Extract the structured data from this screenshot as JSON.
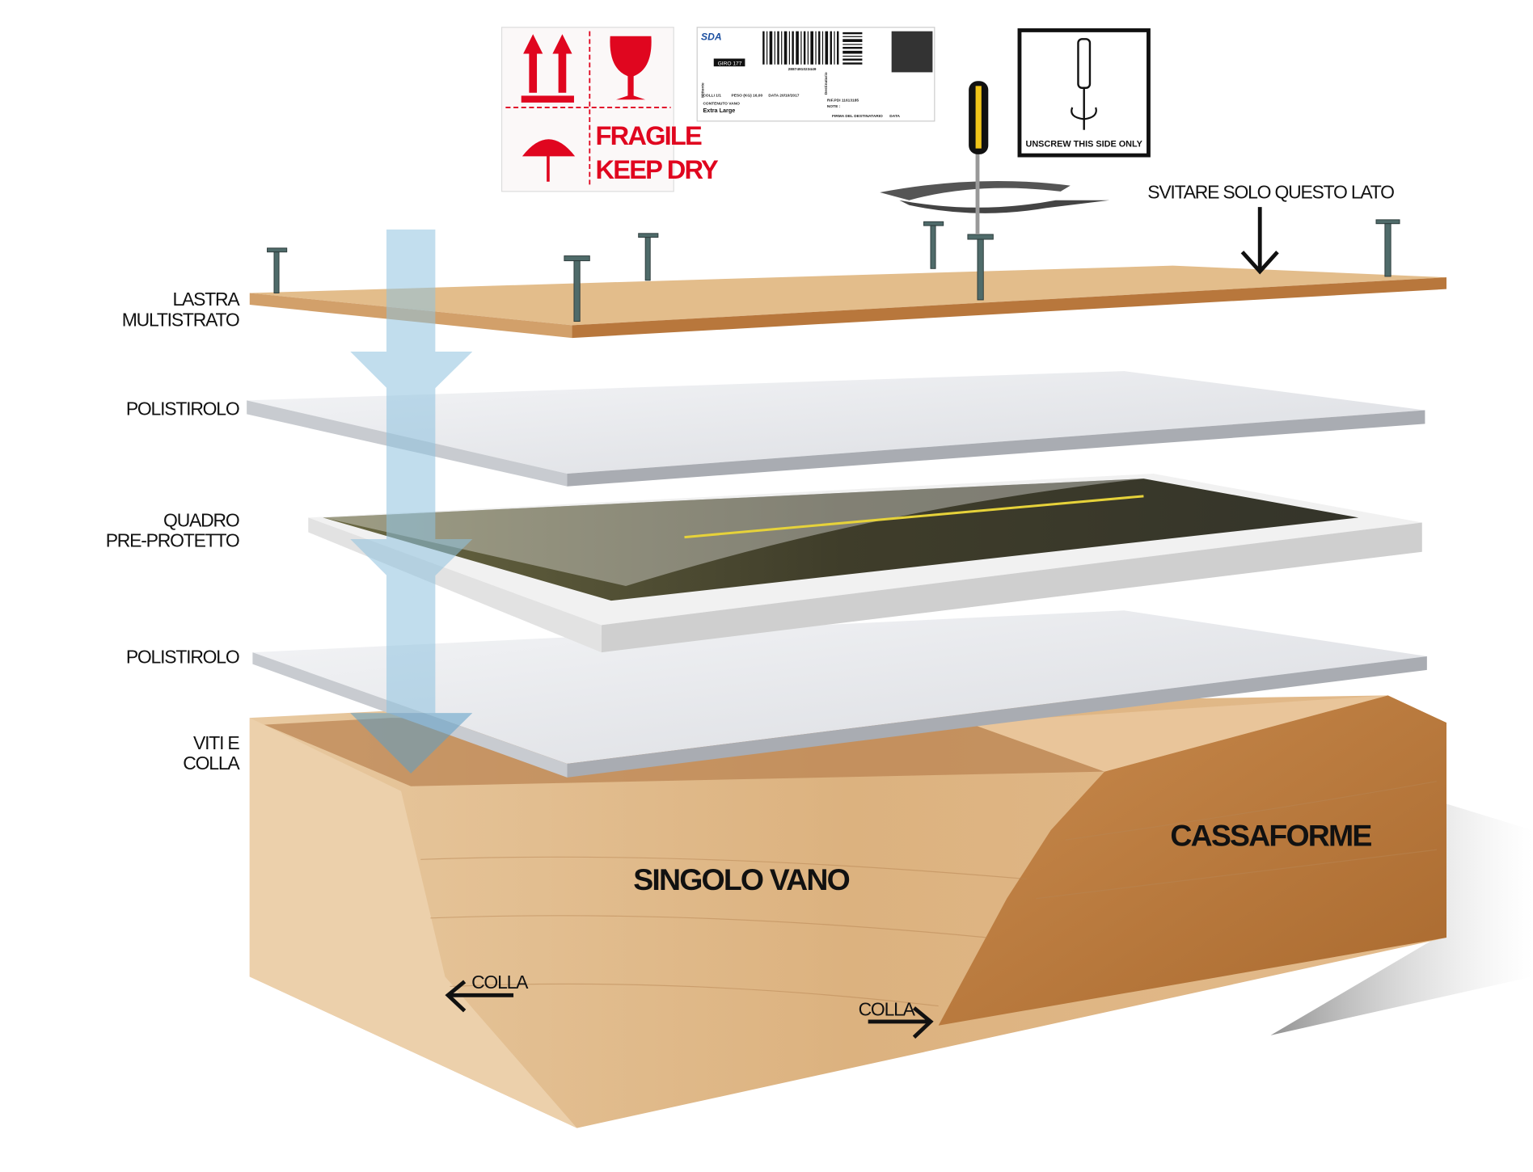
{
  "labels": {
    "lastra_line1": "LASTRA",
    "lastra_line2": "MULTISTRATO",
    "polistirolo_top": "POLISTIROLO",
    "quadro_line1": "QUADRO",
    "quadro_line2": "PRE-PROTETTO",
    "polistirolo_bottom": "POLISTIROLO",
    "viti_line1": "VITI E",
    "viti_line2": "COLLA",
    "svitare": "SVITARE SOLO QUESTO LATO",
    "singolo_vano": "SINGOLO VANO",
    "cassaforme": "CASSAFORME",
    "colla_left": "COLLA",
    "colla_right": "COLLA"
  },
  "fragile_sticker": {
    "fragile": "FRAGILE",
    "keep_dry": "KEEP DRY"
  },
  "shipping_label": {
    "brand": "SDA",
    "route": "GIRO 177",
    "barcode_number": "2887491023449",
    "sender": "Mittente",
    "recipient": "Destinatario",
    "colli": "COLLI 1/1",
    "peso": "PESO (KG) 16,00",
    "data": "DATA 20/10/2017",
    "contenuto": "CONTENUTO VANO",
    "size": "Extra Large",
    "rif": "RIF.PDI 11613185",
    "note": "NOTE :",
    "firma": "FIRMA DEL DESTINATARIO",
    "data_sign": "DATA"
  },
  "unscrew_sticker": {
    "text": "UNSCREW THIS SIDE ONLY"
  },
  "colors": {
    "arrow_blue": "#8fc3e0",
    "sticker_red": "#e0061f",
    "wood": "#d9a772",
    "wood_dark": "#b9773d"
  }
}
